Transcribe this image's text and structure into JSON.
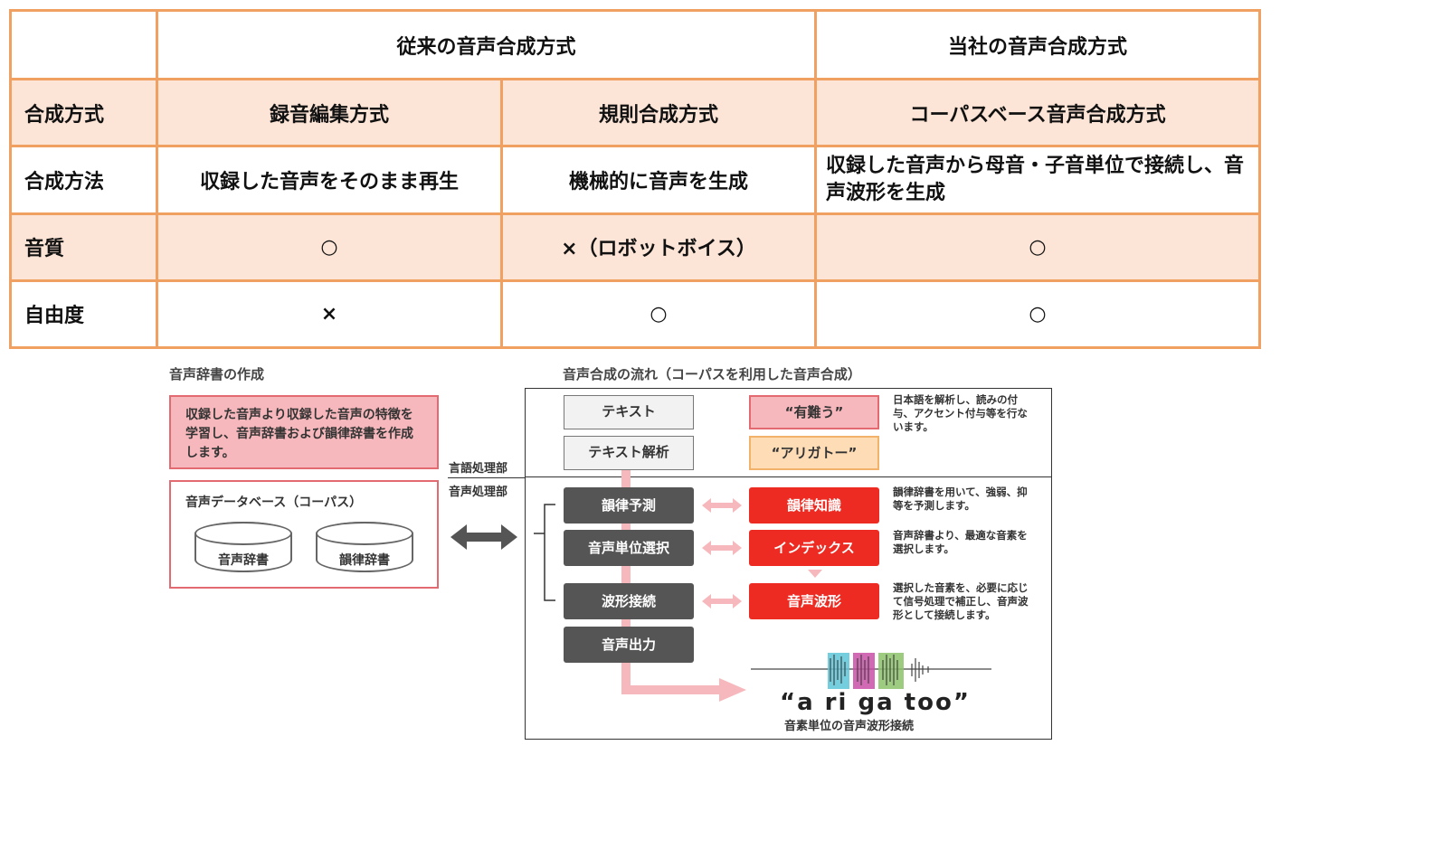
{
  "table": {
    "header": {
      "conventional": "従来の音声合成方式",
      "ours": "当社の音声合成方式"
    },
    "rows": [
      {
        "label": "合成方式",
        "c1": "録音編集方式",
        "c2": "規則合成方式",
        "c3": "コーパスベース音声合成方式"
      },
      {
        "label": "合成方法",
        "c1": "収録した音声をそのまま再生",
        "c2": "機械的に音声を生成",
        "c3": "収録した音声から母音・子音単位で接続し、音声波形を生成"
      },
      {
        "label": "音質",
        "c1": "○",
        "c2": "×（ロボットボイス）",
        "c3": "○"
      },
      {
        "label": "自由度",
        "c1": "×",
        "c2": "○",
        "c3": "○"
      }
    ]
  },
  "diagram": {
    "left_title": "音声辞書の作成",
    "left_note": "収録した音声より収録した音声の特徴を学習し、音声辞書および韻律辞書を作成します。",
    "db_title": "音声データベース（コーパス）",
    "db_items": [
      "音声辞書",
      "韻律辞書"
    ],
    "lang_label": "言語処理部",
    "voice_label": "音声処理部",
    "right_title": "音声合成の流れ（コーパスを利用した音声合成）",
    "steps": {
      "text": "テキスト",
      "text_analysis": "テキスト解析",
      "prosody_pred": "韻律予測",
      "unit_select": "音声単位選択",
      "wave_concat": "波形接続",
      "output": "音声出力"
    },
    "examples": {
      "kanji": "“有難う”",
      "kana": "“アリガトー”"
    },
    "red": {
      "prosody": "韻律知識",
      "index": "インデックス",
      "wave": "音声波形"
    },
    "descs": {
      "d1": "日本語を解析し、読みの付与、アクセント付与等を行ないます。",
      "d2": "韻律辞書を用いて、強弱、抑等を予測します。",
      "d3": "音声辞書より、最適な音素を選択します。",
      "d4": "選択した音素を、必要に応じて信号処理で補正し、音声波形として接続します。"
    },
    "arigatoo": "“a ri ga too”",
    "arigatoo_caption": "音素単位の音声波形接続",
    "colors": {
      "accent": "#ee2b22",
      "pink": "#f6b8bc",
      "table_border": "#f0a060",
      "table_tint": "#fce4d6"
    }
  }
}
